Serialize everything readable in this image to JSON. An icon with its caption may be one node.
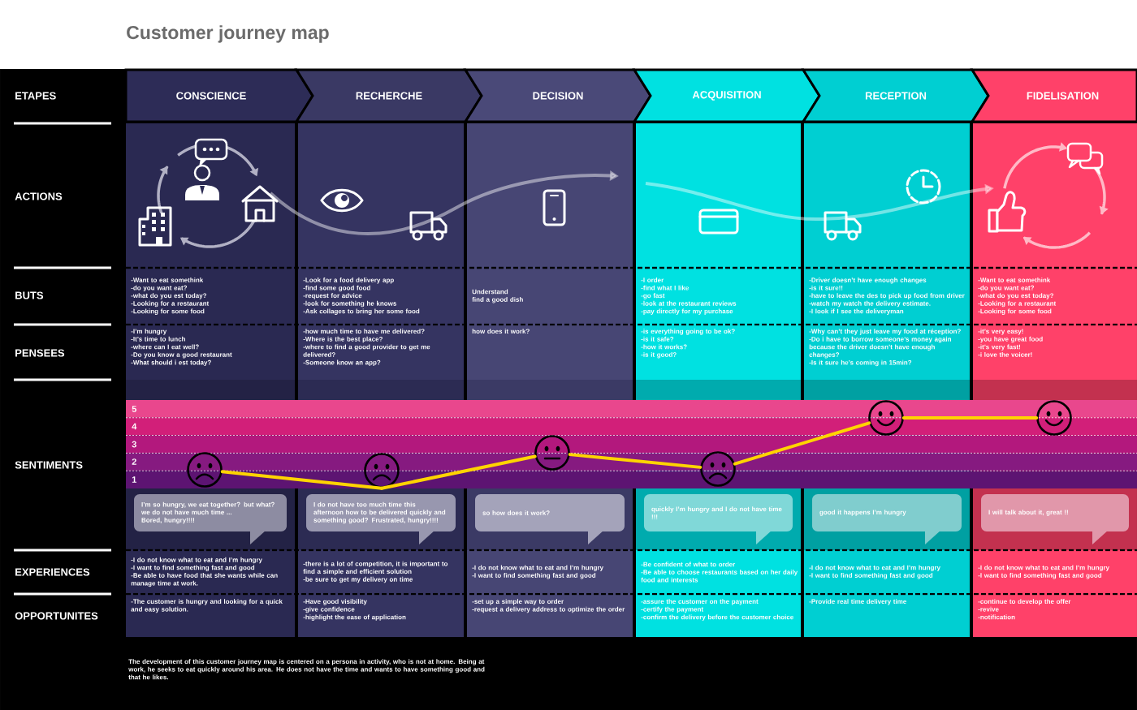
{
  "diagram": {
    "title": "Customer journey map",
    "caption": "The development of this customer journey map is centered on a persona in activity, who is not at home. Being at work, he seeks to eat quickly around his area. He does not have the time and wants to have something good and that he likes.",
    "nodes": [
      {
        "text": [
          "CONSCIENCE"
        ]
      },
      {
        "text": [
          "RECHERCHE"
        ]
      },
      {
        "text": [
          "DECISION"
        ]
      },
      {
        "text": [
          "ACQUISITION"
        ]
      },
      {
        "text": [
          "RECEPTION"
        ]
      },
      {
        "text": [
          "FIDELISATION"
        ]
      },
      {
        "text": [
          "-Want to eat somethink",
          "-do you want eat?",
          "-what do you est today?",
          "-Looking for a restaurant",
          "-Looking for some food"
        ]
      },
      {
        "text": [
          "-Look for a food delivery app",
          "-find some good food",
          "-request for advice",
          "-look for something he knows",
          "-Ask collages to bring her some food"
        ]
      },
      {
        "text": [
          "Understand",
          "find a good dish"
        ]
      },
      {
        "text": [
          "-I order",
          "-find what I like",
          "-go fast",
          "-look at the restaurant reviews",
          "-pay directly for my purchase"
        ]
      },
      {
        "text": [
          "-Driver doesn’t have enough changes",
          "-is it sure!!",
          "-have to leave the des to pick up food from driver",
          "-watch my watch the delivery estimate.",
          "-I look if I see the deliveryman"
        ]
      },
      {
        "text": [
          "-Want to eat somethink",
          "-do you want eat?",
          "-what do you est today?",
          "-Looking for a restaurant",
          "-Looking for some food"
        ]
      },
      {
        "text": [
          "-I’m hungry",
          "-It’s time to lunch",
          "-where can I eat well?",
          "-Do you know a good restaurant",
          "-What should i est today?"
        ]
      },
      {
        "text": [
          "-how much time to have me delivered?",
          "-Where is the best place?",
          "-where to find a good provider to get me delivered?",
          "-Someone know an app?"
        ]
      },
      {
        "text": [
          "how does it work?"
        ]
      },
      {
        "text": [
          "-is everything going to be ok?",
          "-is it safe?",
          "-how it works?",
          "-is it good?"
        ]
      },
      {
        "text": [
          "-Why can’t they just leave my food at réception?",
          "-Do i have to borrow someone’s money again because the driver doesn’t have enough changes?",
          "-Is it sure he’s coming in 15min?"
        ]
      },
      {
        "text": [
          "-it’s very easy!",
          "-you have great food",
          "-it’s very fast!",
          "-i love the voicer!"
        ]
      },
      {
        "text": [],
        "shape": "circle"
      },
      {
        "text": [],
        "shape": "circle"
      },
      {
        "text": [],
        "shape": "circle"
      },
      {
        "text": [],
        "shape": "circle"
      },
      {
        "text": [],
        "shape": "circle"
      },
      {
        "text": [],
        "shape": "circle"
      },
      {
        "text": [
          "I’m so hungry, we eat together? but what? we do not have much time ...",
          "Bored, hungry!!!!"
        ]
      },
      {
        "text": [
          "I do not have too much time this afternoon how to be delivered quickly and something good? Frustrated, hungry!!!!"
        ]
      },
      {
        "text": [
          "so how does it work?"
        ]
      },
      {
        "text": [
          "quickly I’m hungry and I do not have time !!!"
        ]
      },
      {
        "text": [
          "good it happens I’m hungry"
        ]
      },
      {
        "text": [
          "I will talk about it, great !!"
        ]
      },
      {
        "text": [
          "-I do not know what to eat and I’m hungry",
          "-I want to find something fast and good",
          "-Be able to have food that she wants while can manage time at work."
        ]
      },
      {
        "text": [
          "-there is a lot of competition, it is important to find a simple and efficient solution",
          "-be sure to get my delivery on time"
        ]
      },
      {
        "text": [
          "-I do not know what to eat and I’m hungry",
          "-I want to find something fast and good"
        ]
      },
      {
        "text": [
          "-Be confident of what to order",
          "-Be able to choose restaurants based on her daily food and interests"
        ]
      },
      {
        "text": [
          "-I do not know what to eat and I’m hungry",
          "-I want to find something fast and good"
        ]
      },
      {
        "text": [
          "-I do not know what to eat and I’m hungry",
          "-I want to find something fast and good"
        ]
      },
      {
        "text": [
          "-The customer is hungry and looking for a quick and easy solution."
        ]
      },
      {
        "text": [
          "-Have good visibility",
          "-give confidence",
          "-highlight the ease of application"
        ]
      },
      {
        "text": [
          "-set up a simple way to order",
          "-request a delivery address to optimize the order"
        ]
      },
      {
        "text": [
          "-assure the customer on the payment",
          "-certify the payment",
          "-confirm the delivery before the customer choice"
        ]
      },
      {
        "text": [
          "-Provide real time delivery time"
        ]
      },
      {
        "text": [
          "-continue to develop the offer",
          "-revive",
          "-notification"
        ]
      }
    ],
    "edges": [
      {
        "from": 18,
        "to": 19,
        "arrow": "none"
      },
      {
        "from": 19,
        "to": 20,
        "arrow": "none"
      },
      {
        "from": 20,
        "to": 21,
        "arrow": "none"
      },
      {
        "from": 21,
        "to": 22,
        "arrow": "none"
      },
      {
        "from": 22,
        "to": 23,
        "arrow": "none"
      }
    ],
    "labels": [
      "ETAPES",
      "ACTIONS",
      "BUTS",
      "PENSEES",
      "SENTIMENTS",
      "EXPERIENCES",
      "OPPORTUNITES",
      "5",
      "4",
      "3",
      "2",
      "1"
    ]
  }
}
